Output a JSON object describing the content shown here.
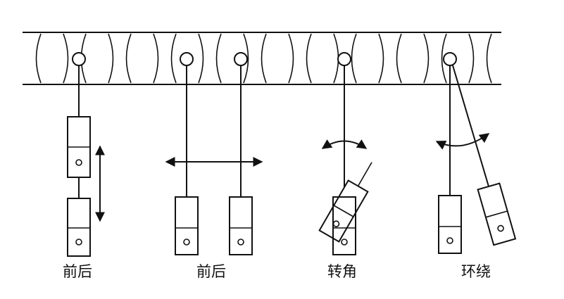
{
  "panels": [
    {
      "id": "p1",
      "label": "前后",
      "motion": "vertical-oscillation"
    },
    {
      "id": "p2",
      "label": "前后",
      "motion": "horizontal-oscillation"
    },
    {
      "id": "p3",
      "label": "转角",
      "motion": "rotation"
    },
    {
      "id": "p4",
      "label": "环绕",
      "motion": "orbit"
    }
  ],
  "colors": {
    "stroke": "#111111",
    "background": "#ffffff"
  }
}
